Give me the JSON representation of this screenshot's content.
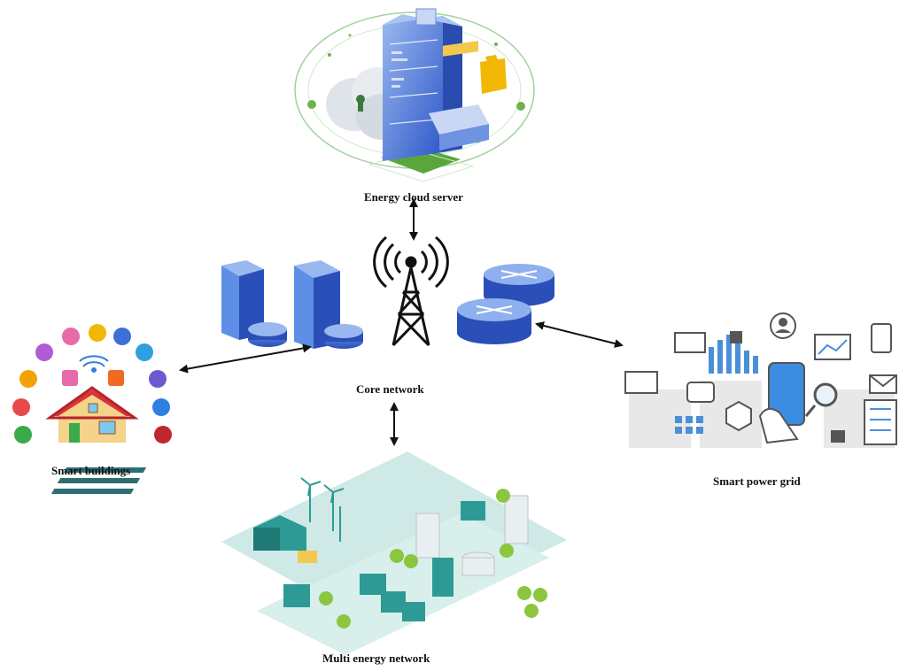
{
  "nodes": {
    "cloud_server": "Energy cloud server",
    "core_network": "Core network",
    "smart_buildings": "Smart buildings",
    "smart_power_grid": "Smart power grid",
    "multi_energy_network": "Multi energy network"
  },
  "edges": [
    {
      "from": "cloud_server",
      "to": "core_network",
      "direction": "both"
    },
    {
      "from": "core_network",
      "to": "smart_buildings",
      "direction": "both"
    },
    {
      "from": "core_network",
      "to": "smart_power_grid",
      "direction": "both"
    },
    {
      "from": "core_network",
      "to": "multi_energy_network",
      "direction": "both"
    }
  ],
  "colors": {
    "server_blue": "#3e6fd8",
    "teal": "#2e9a95",
    "green_accent": "#6fb34a",
    "house_roof": "#d9343a",
    "grid_blue": "#4a90d9",
    "arrow": "#111111"
  }
}
